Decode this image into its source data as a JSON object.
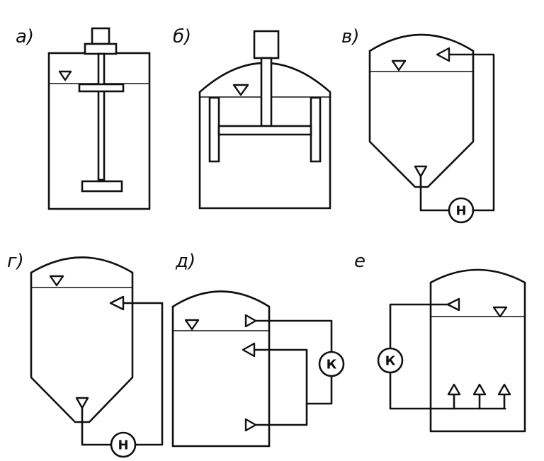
{
  "diagrams": [
    {
      "id": "a",
      "label": "а)"
    },
    {
      "id": "b",
      "label": "б)"
    },
    {
      "id": "v",
      "label": "в)",
      "pump_label": "Н"
    },
    {
      "id": "g",
      "label": "г)",
      "pump_label": "Н"
    },
    {
      "id": "d",
      "label": "д)",
      "compressor_label": "К"
    },
    {
      "id": "e",
      "label": "е",
      "compressor_label": "К"
    }
  ],
  "colors": {
    "stroke": "#111111",
    "background": "#ffffff"
  }
}
